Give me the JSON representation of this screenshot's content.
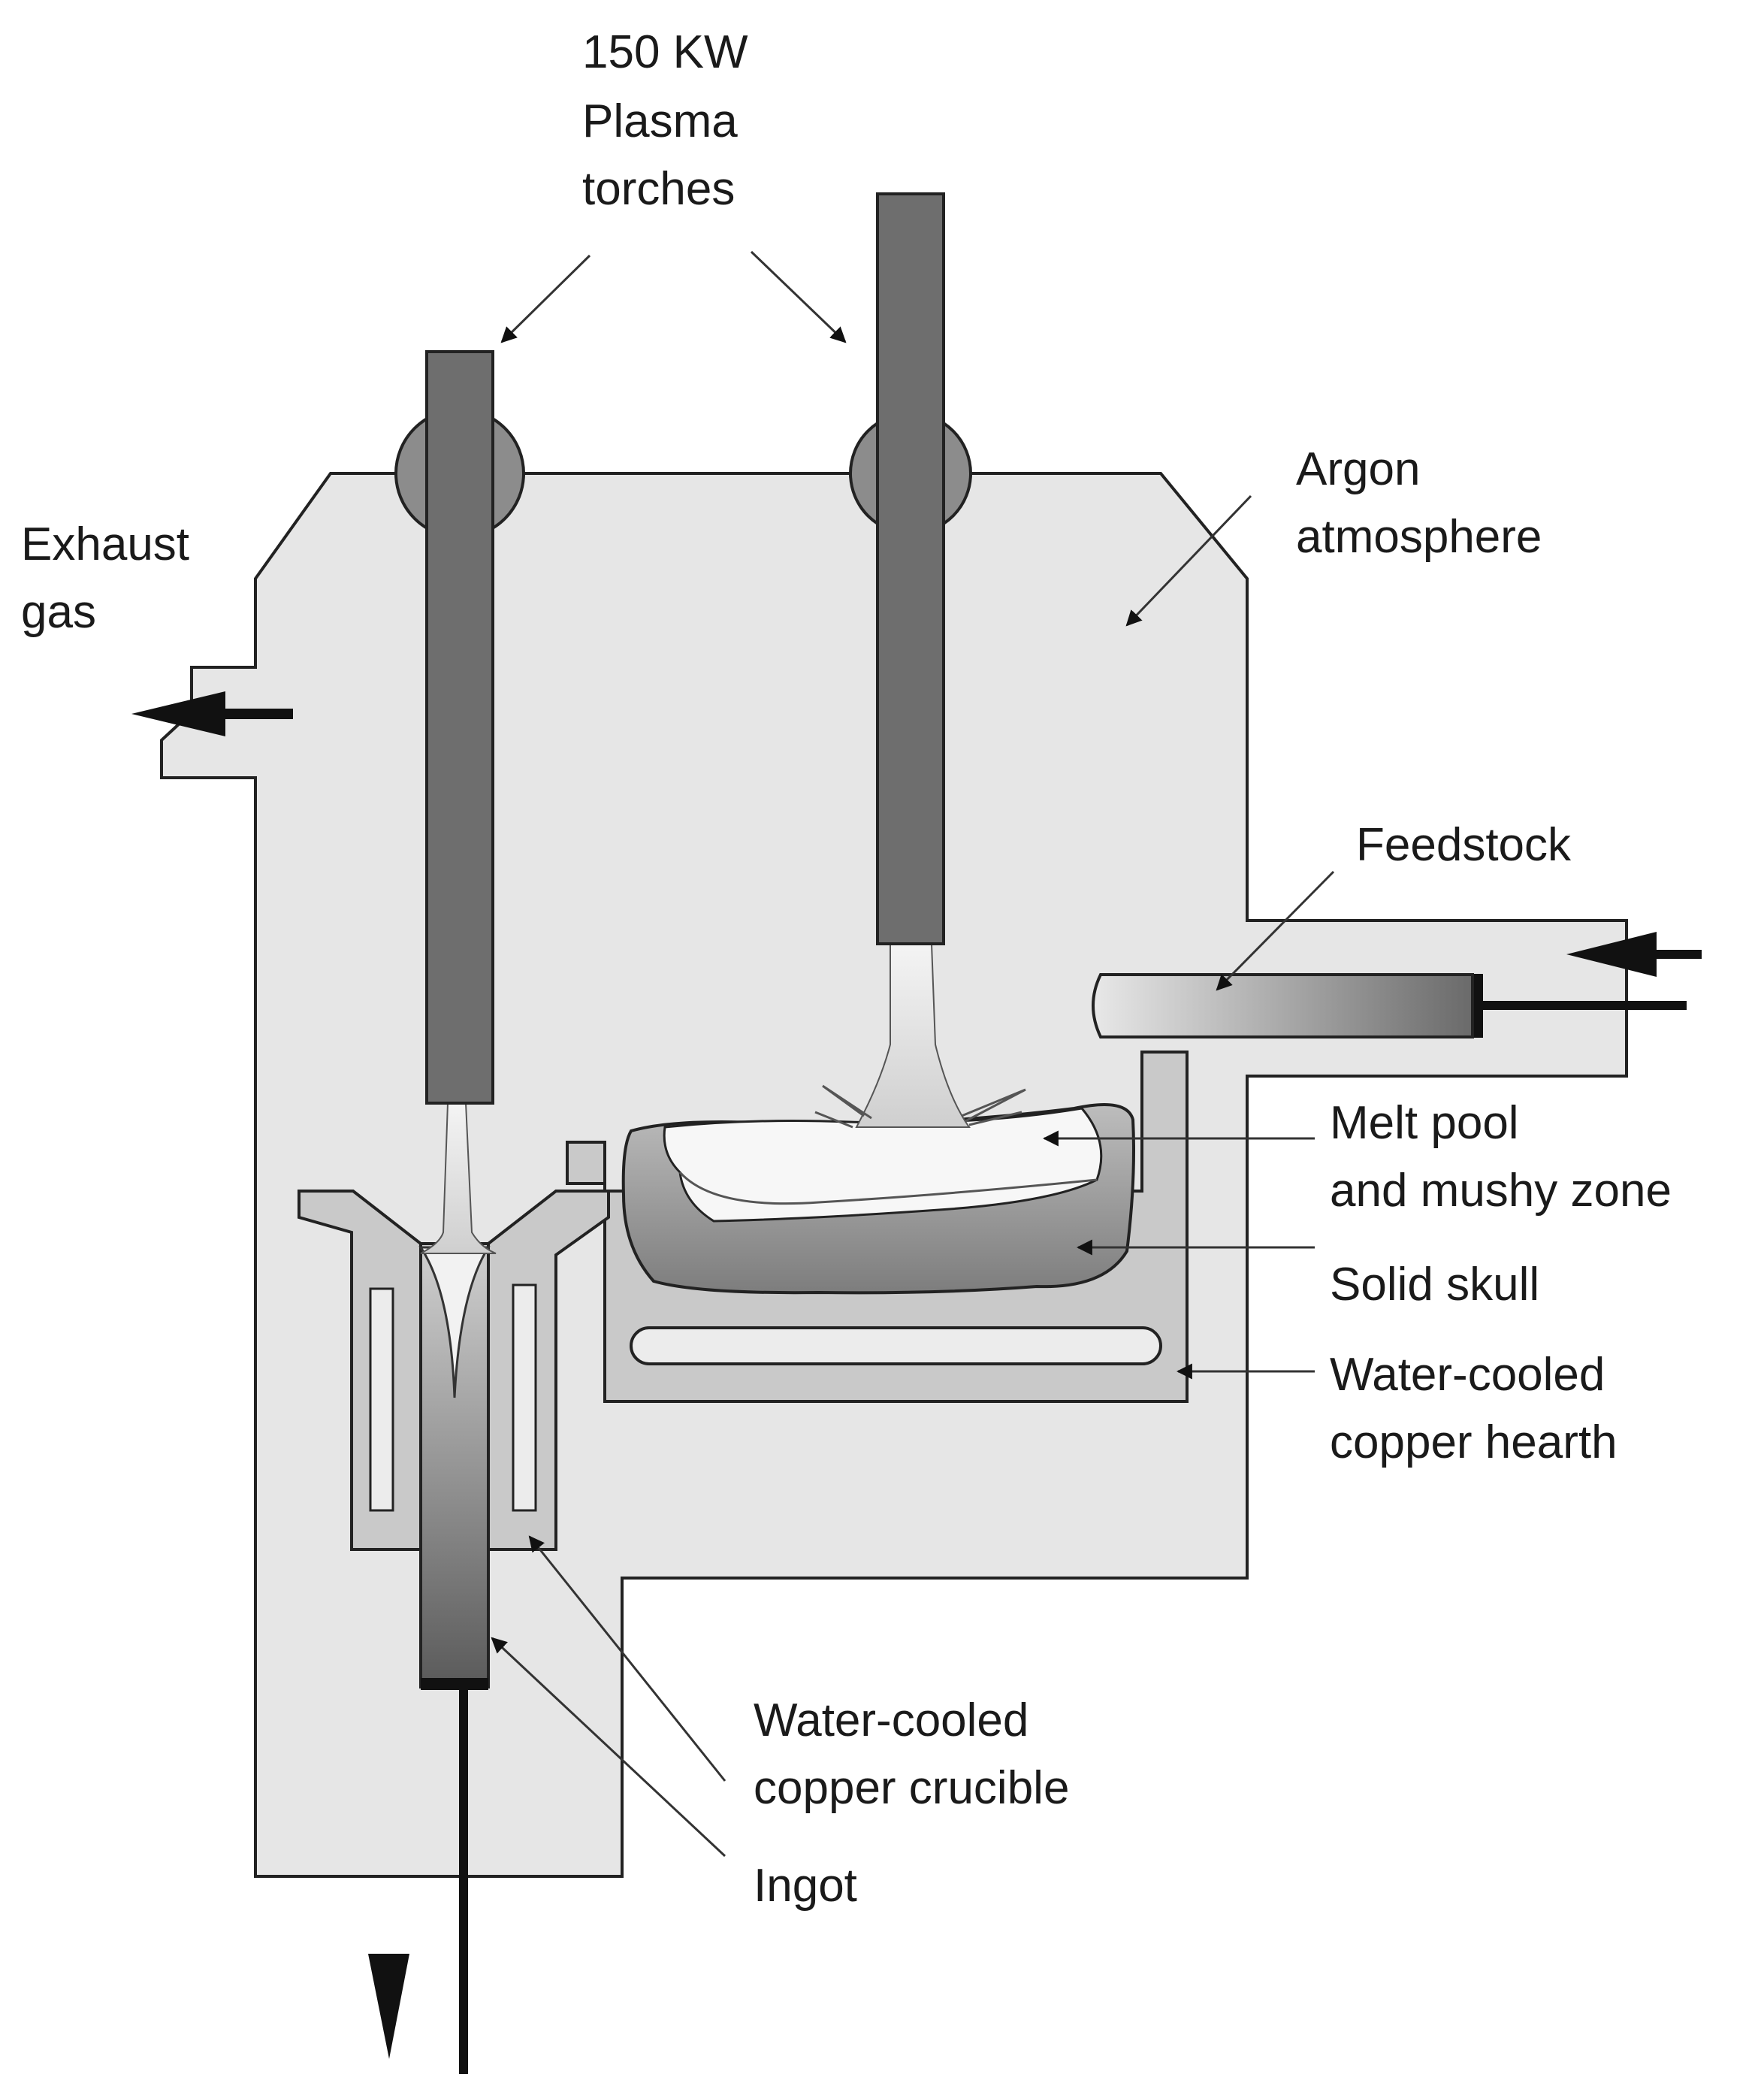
{
  "labels": {
    "torches": [
      "150 KW",
      "Plasma",
      "torches"
    ],
    "exhaust": [
      "Exhaust",
      "gas"
    ],
    "argon": [
      "Argon",
      "atmosphere"
    ],
    "feedstock": [
      "Feedstock"
    ],
    "melt_pool": [
      "Melt pool",
      "and mushy zone"
    ],
    "solid_skull": [
      "Solid skull"
    ],
    "hearth": [
      "Water-cooled",
      "copper hearth"
    ],
    "crucible": [
      "Water-cooled",
      "copper crucible"
    ],
    "ingot": [
      "Ingot"
    ]
  },
  "colors": {
    "chamber_fill": "#e6e6e6",
    "torch_fill": "#6e6e6e",
    "copper_fill": "#c9c9c9",
    "outline": "#222222"
  },
  "icons": [
    "arrow-icon"
  ]
}
